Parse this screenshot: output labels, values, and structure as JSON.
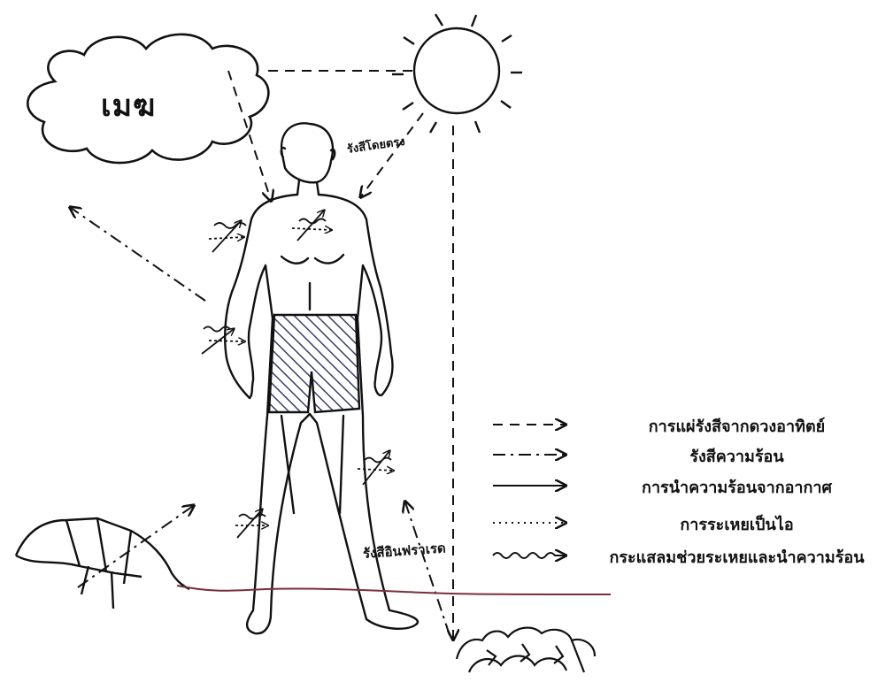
{
  "labels": {
    "cloud": "เมฆ",
    "direct_radiation": "รังสีโดยตรง",
    "infrared": "รังสีอินฟราเรด"
  },
  "legend": [
    {
      "symbol": "dashed-arrow",
      "text": "การแผ่รังสีจากดวงอาทิตย์"
    },
    {
      "symbol": "dash-dot-arrow",
      "text": "รังสีความร้อน"
    },
    {
      "symbol": "solid-arrow",
      "text": "การนำความร้อนจากอากาศ"
    },
    {
      "symbol": "dotted-arrow",
      "text": "การระเหยเป็นไอ"
    },
    {
      "symbol": "wavy-arrow",
      "text": "กระแสลมช่วยระเหยและนำความร้อน"
    }
  ],
  "colors": {
    "ink": "#111111",
    "ground_line": "#7a2f3a",
    "shorts_hatch": "#3b3f66"
  },
  "icons": [
    "cloud-icon",
    "sun-icon",
    "human-figure-icon",
    "rock-icon",
    "stones-icon"
  ]
}
